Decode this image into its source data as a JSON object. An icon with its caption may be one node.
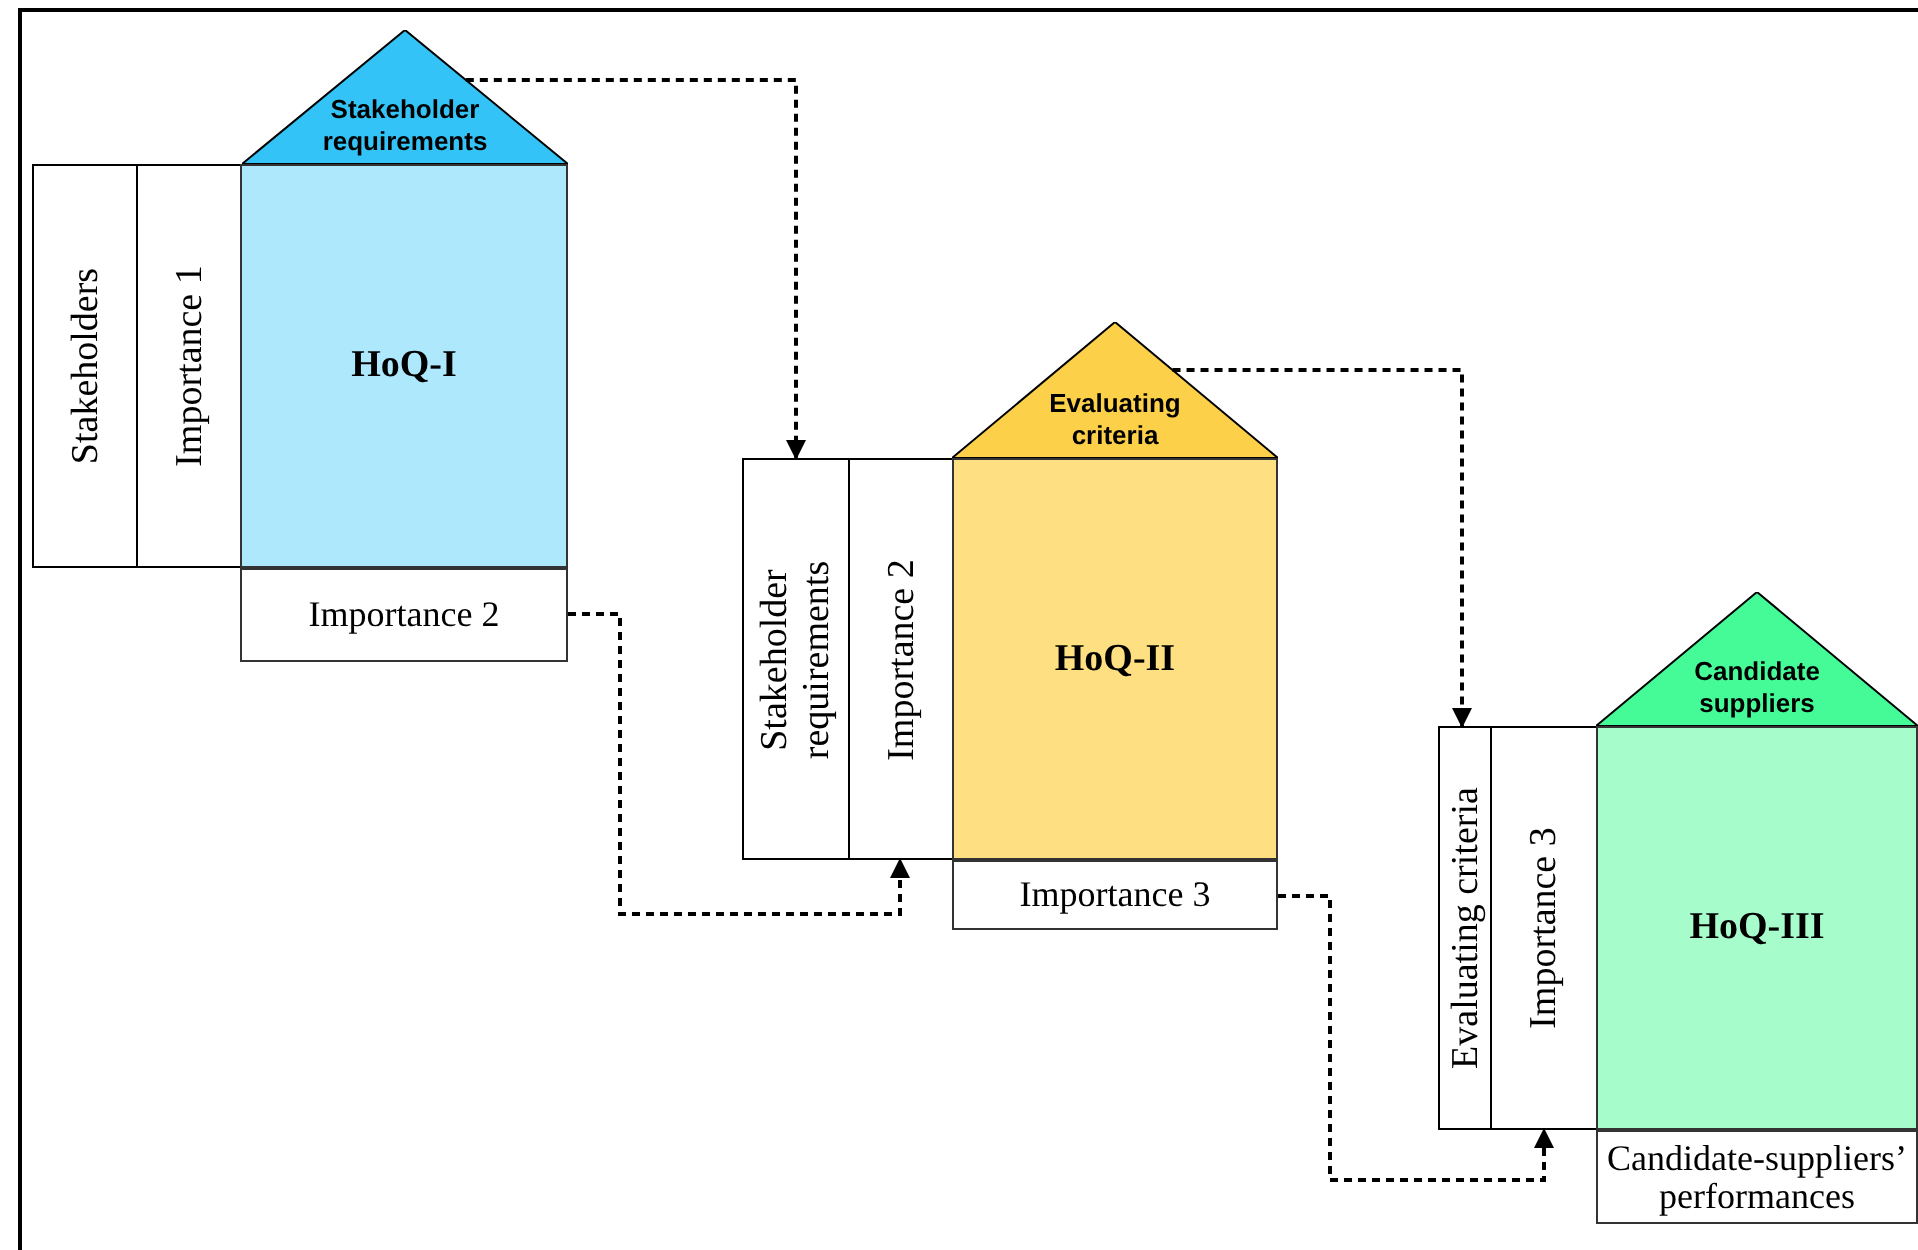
{
  "diagram": {
    "nodes": [
      {
        "text": [
          "Stakeholder requirements"
        ]
      },
      {
        "text": [
          "Stakeholders"
        ]
      },
      {
        "text": [
          "Importance 1"
        ]
      },
      {
        "text": [
          "HoQ-I"
        ]
      },
      {
        "text": [
          "Importance 2"
        ]
      },
      {
        "text": [
          "Evaluating criteria"
        ]
      },
      {
        "text": [
          "Stakeholder requirements"
        ]
      },
      {
        "text": [
          "Importance 2"
        ]
      },
      {
        "text": [
          "HoQ-II"
        ]
      },
      {
        "text": [
          "Importance 3"
        ]
      },
      {
        "text": [
          "Candidate suppliers"
        ]
      },
      {
        "text": [
          "Evaluating criteria"
        ]
      },
      {
        "text": [
          "Importance 3"
        ]
      },
      {
        "text": [
          "HoQ-III"
        ]
      },
      {
        "text": [
          "Candidate-suppliers’ performances"
        ]
      }
    ],
    "edges": [
      {
        "from": 0,
        "to": 6,
        "arrow": "to"
      },
      {
        "from": 4,
        "to": 7,
        "arrow": "to"
      },
      {
        "from": 5,
        "to": 11,
        "arrow": "to"
      },
      {
        "from": 9,
        "to": 12,
        "arrow": "to"
      }
    ]
  }
}
